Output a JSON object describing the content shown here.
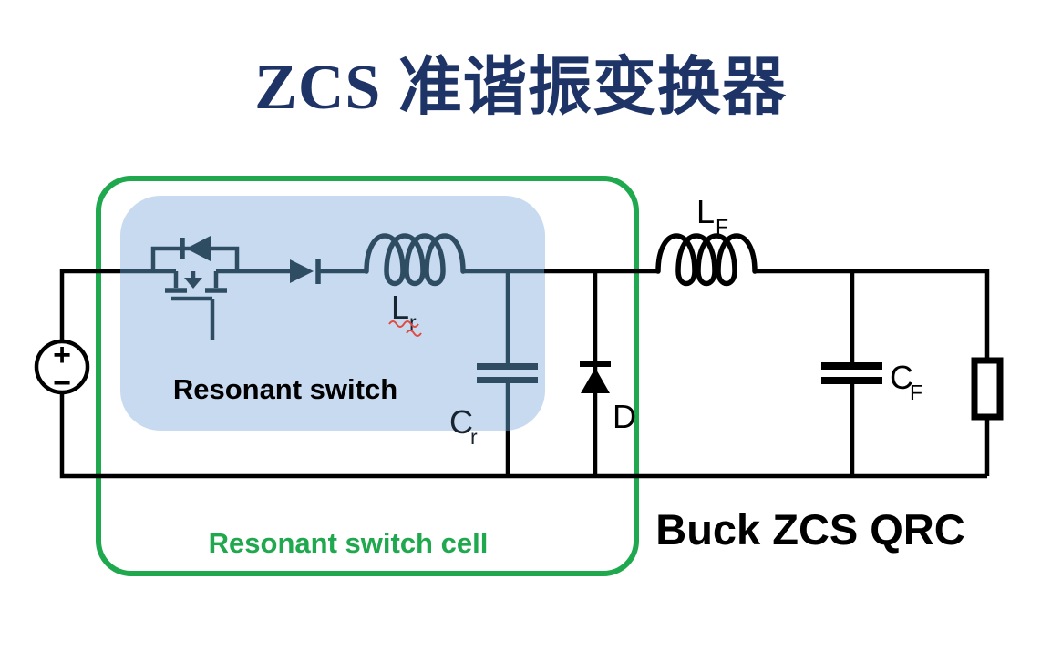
{
  "title": "ZCS 准谐振变换器",
  "caption": "Buck ZCS QRC",
  "boxes": {
    "resonant_switch": {
      "label": "Resonant switch"
    },
    "resonant_switch_cell": {
      "label": "Resonant switch cell"
    }
  },
  "source": {
    "plus": "+",
    "minus": "−"
  },
  "components": {
    "lr": {
      "main": "L",
      "sub": "r"
    },
    "cr": {
      "main": "C",
      "sub": "r"
    },
    "d": {
      "main": "D"
    },
    "lf": {
      "main": "L",
      "sub": "F"
    },
    "cf": {
      "main": "C",
      "sub": "F"
    }
  },
  "colors": {
    "navy": "#1e3366",
    "slate": "#2e4d63",
    "blue": "#c8daf0",
    "green": "#1fa84d",
    "red": "#e04a3f",
    "ink": "#000000",
    "label": "#18242f",
    "background": "#ffffff"
  }
}
